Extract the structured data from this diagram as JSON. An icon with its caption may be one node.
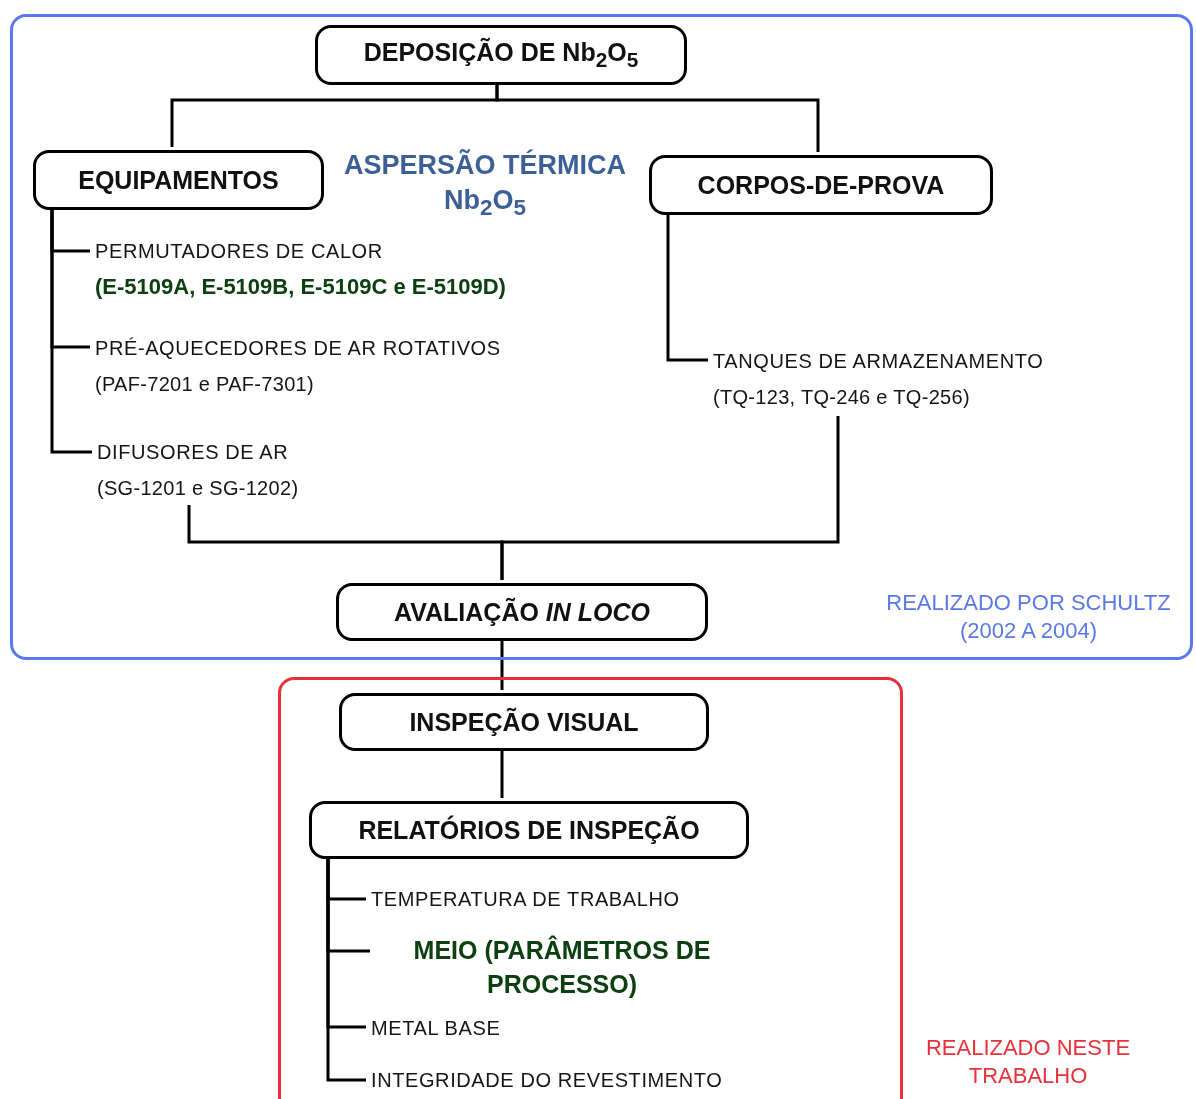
{
  "diagram": {
    "nodes": [
      {
        "text": [
          "REALIZADO POR SCHULTZ (2002 A 2004)"
        ]
      },
      {
        "text": [
          "DEPOSIÇÃO DE Nb$_{2}$O$_{5}$"
        ],
        "in": 0
      },
      {
        "text": [
          "EQUIPAMENTOS"
        ],
        "in": 0
      },
      {
        "text": [
          "CORPOS-DE-PROVA"
        ],
        "in": 0
      },
      {
        "text": [
          "PERMUTADORES DE CALOR",
          "(E-5109A, E-5109B, E-5109C e E-5109D)"
        ],
        "in": 0
      },
      {
        "text": [
          "PRÉ-AQUECEDORES DE AR ROTATIVOS",
          "(PAF-7201 e PAF-7301)"
        ],
        "in": 0
      },
      {
        "text": [
          "DIFUSORES DE AR",
          "(SG-1201 e SG-1202)"
        ],
        "in": 0
      },
      {
        "text": [
          "TANQUES DE ARMAZENAMENTO",
          "(TQ-123, TQ-246 e TQ-256)"
        ],
        "in": 0
      },
      {
        "text": [
          "AVALIAÇÃO *IN LOCO*"
        ],
        "in": 0
      },
      {
        "text": [],
        "shape": "box",
        "beside": [
          "REALIZADO NESTE TRABALHO"
        ]
      },
      {
        "text": [
          "INSPEÇÃO VISUAL"
        ],
        "in": 9
      },
      {
        "text": [
          "RELATÓRIOS DE INSPEÇÃO"
        ],
        "in": 9
      },
      {
        "text": [
          "TEMPERATURA DE TRABALHO"
        ],
        "in": 9
      },
      {
        "text": [
          "MEIO (PARÂMETROS DE PROCESSO)"
        ],
        "in": 9
      },
      {
        "text": [
          "METAL BASE"
        ],
        "in": 9
      },
      {
        "text": [
          "INTEGRIDADE DO REVESTIMENTO"
        ],
        "in": 9
      }
    ],
    "edges": [
      {
        "from": 1,
        "to": 2,
        "arrow": "none"
      },
      {
        "from": 1,
        "to": 3,
        "arrow": "none"
      },
      {
        "from": 2,
        "to": 4,
        "arrow": "none"
      },
      {
        "from": 2,
        "to": 5,
        "arrow": "none"
      },
      {
        "from": 2,
        "to": 6,
        "arrow": "none"
      },
      {
        "from": 3,
        "to": 7,
        "arrow": "none"
      },
      {
        "from": 6,
        "to": 8,
        "arrow": "none"
      },
      {
        "from": 7,
        "to": 8,
        "arrow": "none"
      },
      {
        "from": 8,
        "to": 10,
        "arrow": "none"
      },
      {
        "from": 10,
        "to": 11,
        "arrow": "none"
      },
      {
        "from": 11,
        "to": 12,
        "arrow": "none"
      },
      {
        "from": 11,
        "to": 13,
        "arrow": "none"
      },
      {
        "from": 11,
        "to": 14,
        "arrow": "none"
      },
      {
        "from": 11,
        "to": 15,
        "arrow": "none"
      }
    ],
    "labels": [
      "ASPERSÃO TÉRMICA Nb$_{2}$O$_{5}$"
    ]
  }
}
